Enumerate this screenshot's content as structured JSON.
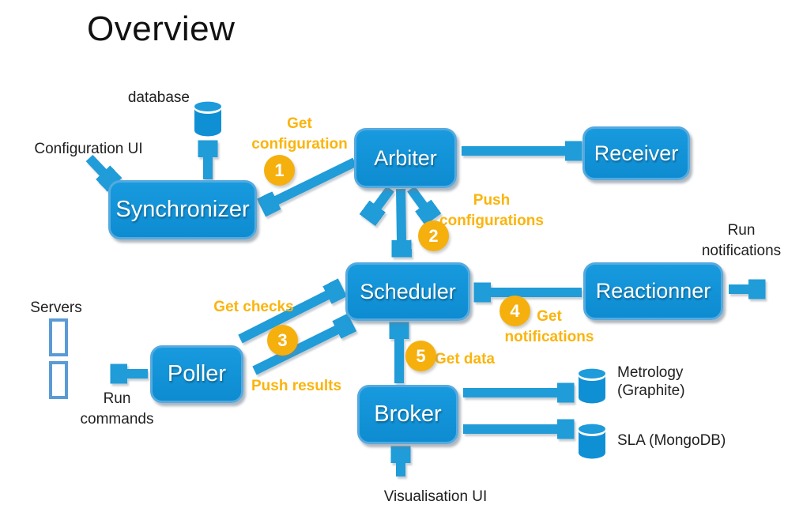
{
  "title": "Overview",
  "nodes": {
    "synchronizer": {
      "label": "Synchronizer"
    },
    "arbiter": {
      "label": "Arbiter"
    },
    "receiver": {
      "label": "Receiver"
    },
    "scheduler": {
      "label": "Scheduler"
    },
    "reactionner": {
      "label": "Reactionner"
    },
    "poller": {
      "label": "Poller"
    },
    "broker": {
      "label": "Broker"
    }
  },
  "datastores": {
    "config_db": {
      "label": "database"
    },
    "metrology": {
      "line1": "Metrology",
      "line2": "(Graphite)"
    },
    "sla": {
      "label": "SLA (MongoDB)"
    }
  },
  "steps": {
    "s1": {
      "number": "1",
      "line1": "Get",
      "line2": "configuration"
    },
    "s2": {
      "number": "2",
      "line1": "Push",
      "line2": "configurations"
    },
    "s3": {
      "number": "3",
      "label_up": "Get checks",
      "label_down": "Push results"
    },
    "s4": {
      "number": "4",
      "line1": "Get",
      "line2": "notifications"
    },
    "s5": {
      "number": "5",
      "label": "Get data"
    }
  },
  "peripherals": {
    "configuration_ui": "Configuration UI",
    "servers": "Servers",
    "run_commands": {
      "line1": "Run",
      "line2": "commands"
    },
    "run_notifications": {
      "line1": "Run",
      "line2": "notifications"
    },
    "visualisation_ui": "Visualisation UI"
  },
  "colors": {
    "node_fill": "#1191d6",
    "node_border": "#55aadf",
    "arrow": "#209cd8",
    "step_badge": "#f5b00e",
    "step_label_text": "#fbb40d",
    "server_outline": "#5b9bd5",
    "node_text": "#ffffff",
    "text": "#1f1f1f"
  }
}
